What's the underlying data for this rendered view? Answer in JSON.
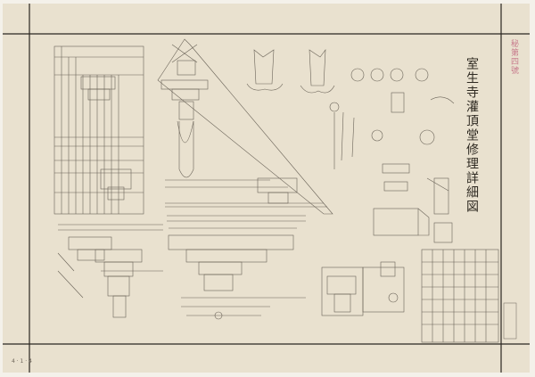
{
  "drawing": {
    "title": "室生寺灌頂堂修理詳細図",
    "stamp": "秘第四號",
    "corner_label": "4 · 1 · 4"
  },
  "colors": {
    "paper": "#e9e1cf",
    "border_line": "#2a2620",
    "drafting_line": "#6a6358",
    "stamp": "#c77a8c"
  }
}
